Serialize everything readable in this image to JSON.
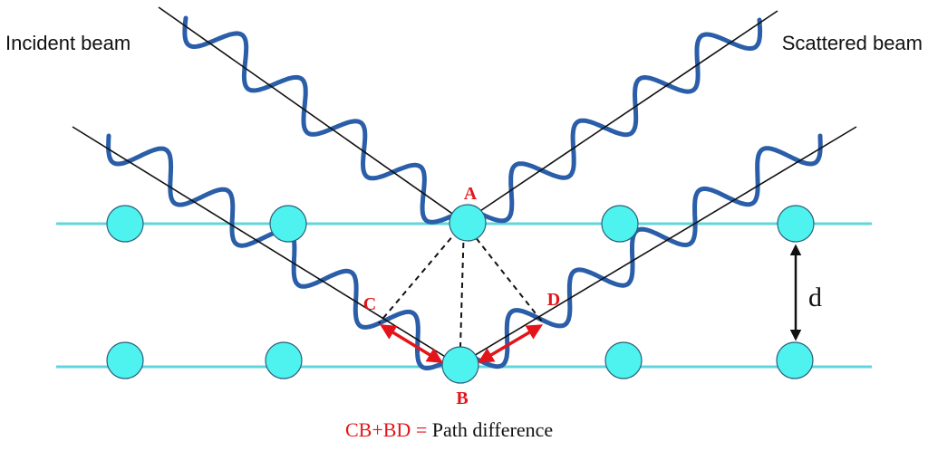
{
  "labels": {
    "incident_beam": "Incident beam",
    "scattered_beam": "Scattered beam",
    "point_a": "A",
    "point_b": "B",
    "point_c": "C",
    "point_d": "D",
    "spacing": "d",
    "caption_formula": "CB+BD",
    "caption_equals": " = ",
    "caption_text": "Path difference"
  },
  "colors": {
    "atom": "#4ef2ee",
    "plane": "#5fd6de",
    "wave": "#2a5ea8",
    "highlight": "#e3151a"
  }
}
